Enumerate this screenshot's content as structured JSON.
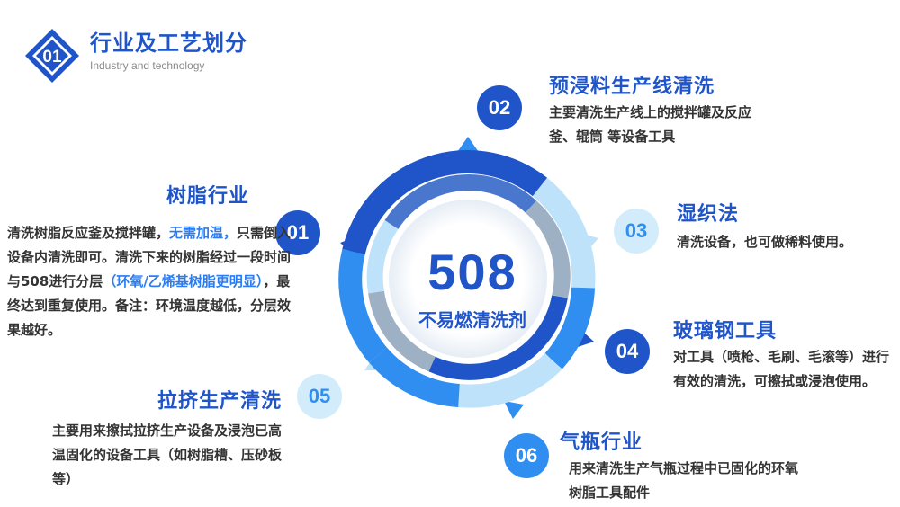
{
  "header": {
    "number": "01",
    "title": "行业及工艺划分",
    "subtitle": "Industry and technology"
  },
  "center": {
    "number": "508",
    "label": "不易燃清洗剂"
  },
  "items": [
    {
      "number": "01",
      "title": "树脂行业",
      "desc": [
        {
          "t": "清洗树脂反应釜及搅拌罐，"
        },
        {
          "t": "无需加温，",
          "hl": true
        },
        {
          "t": "只需倒入设备内清洗即可。清洗下来的树脂经过一段时间与508进行分层"
        },
        {
          "t": "（环氧/乙烯基树脂更明显）",
          "hl": true
        },
        {
          "t": "，最终达到重复使用。备注：环境温度越低，分层效果越好。"
        }
      ]
    },
    {
      "number": "02",
      "title": "预浸料生产线清洗",
      "desc": [
        {
          "t": "主要清洗生产线上的搅拌罐及反应釜、辊筒 等设备工具"
        }
      ]
    },
    {
      "number": "03",
      "title": "湿织法",
      "desc": [
        {
          "t": "清洗设备，也可做稀料使用。"
        }
      ]
    },
    {
      "number": "04",
      "title": "玻璃钢工具",
      "desc": [
        {
          "t": "对工具（喷枪、毛刷、毛滚等）进行有效的清洗，可擦拭或浸泡使用。"
        }
      ]
    },
    {
      "number": "05",
      "title": "拉挤生产清洗",
      "desc": [
        {
          "t": "主要用来擦拭拉挤生产设备及浸泡已高温固化的设备工具（如树脂槽、压砂板等）"
        }
      ]
    },
    {
      "number": "06",
      "title": "气瓶行业",
      "desc": [
        {
          "t": "用来清洗生产气瓶过程中已固化的环氧树脂工具配件"
        }
      ]
    }
  ],
  "colors": {
    "dark": "#1f55c9",
    "blue": "#2f8ef0",
    "light": "#bfe2fb",
    "gray": "#9db0c4"
  }
}
